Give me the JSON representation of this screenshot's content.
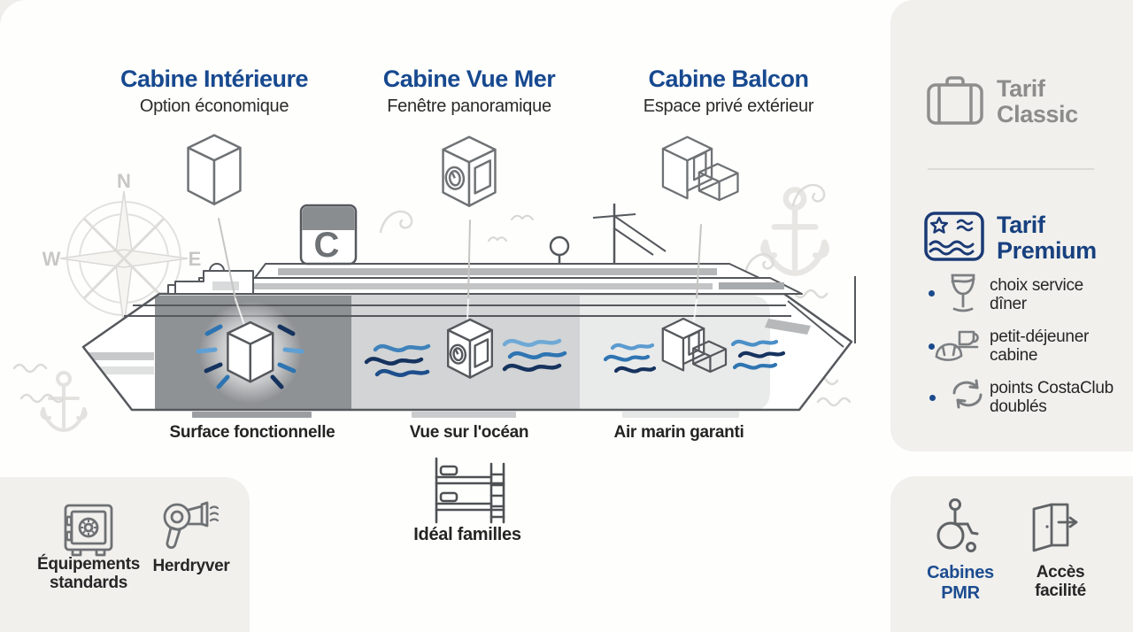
{
  "cabins": [
    {
      "title": "Cabine Intérieure",
      "subtitle": "Option économique",
      "feature": "Surface fonctionnelle"
    },
    {
      "title": "Cabine Vue Mer",
      "subtitle": "Fenêtre panoramique",
      "feature": "Vue sur l'océan"
    },
    {
      "title": "Cabine Balcon",
      "subtitle": "Espace privé extérieur",
      "feature": "Air marin garanti"
    }
  ],
  "family_note": "Idéal familles",
  "ship": {
    "funnel_letter": "C",
    "compass": {
      "n": "N",
      "w": "W",
      "e": "E"
    }
  },
  "tariffs": {
    "classic": {
      "label": "Tarif Classic"
    },
    "premium": {
      "label": "Tarif Premium",
      "benefits": [
        "choix service dîner",
        "petit-déjeuner cabine",
        "points CostaClub doublés"
      ]
    }
  },
  "amenities": {
    "standards_label": "Équipements standards",
    "hairdryer_label": "Herdryver",
    "pmr_label": "Cabines PMR",
    "access_label": "Accès facilité"
  },
  "colors": {
    "accent_blue": "#17498f",
    "premium_blue": "#1b3a75",
    "classic_gray": "#8c8c8b",
    "panel_gray": "#f1f0ed",
    "section_dark": "#8f9295",
    "section_mid": "#d2d4d5",
    "section_light": "#e9eaea",
    "wave_light": "#6fa9d6",
    "wave_mid": "#2e74b2",
    "wave_dark": "#16335f"
  }
}
